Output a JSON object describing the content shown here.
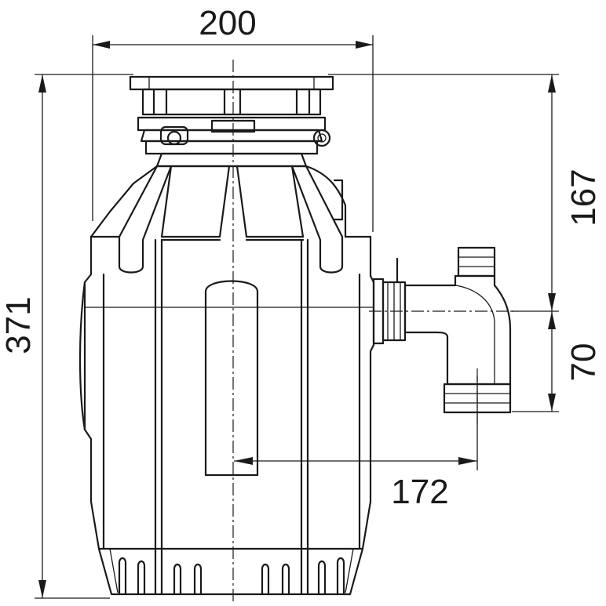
{
  "dimensions": {
    "width": "200",
    "height": "371",
    "inlet_height": "167",
    "outlet_drop": "70",
    "outlet_offset": "172"
  }
}
